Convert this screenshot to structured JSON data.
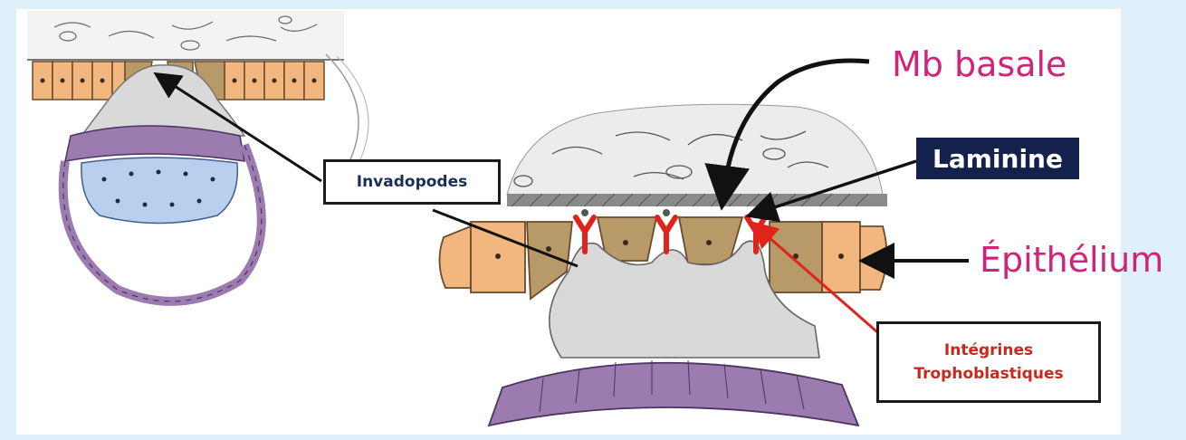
{
  "labels": {
    "mb_basale": "Mb basale",
    "laminine": "Laminine",
    "epithelium": "Épithélium",
    "invadopodes": "Invadopodes",
    "integrines_line1": "Intégrines",
    "integrines_line2": "Trophoblastiques"
  },
  "colors": {
    "background": "#dff0fb",
    "plain_label": "#d0247a",
    "dark_box": "#13214c",
    "integrin": "#e0231b",
    "epithelium_cell": "#f2b77f",
    "syncytio": "#d9d9d9",
    "cytotrophoblast": "#9b7bb0",
    "inner_cell_mass": "#b9cfee"
  }
}
